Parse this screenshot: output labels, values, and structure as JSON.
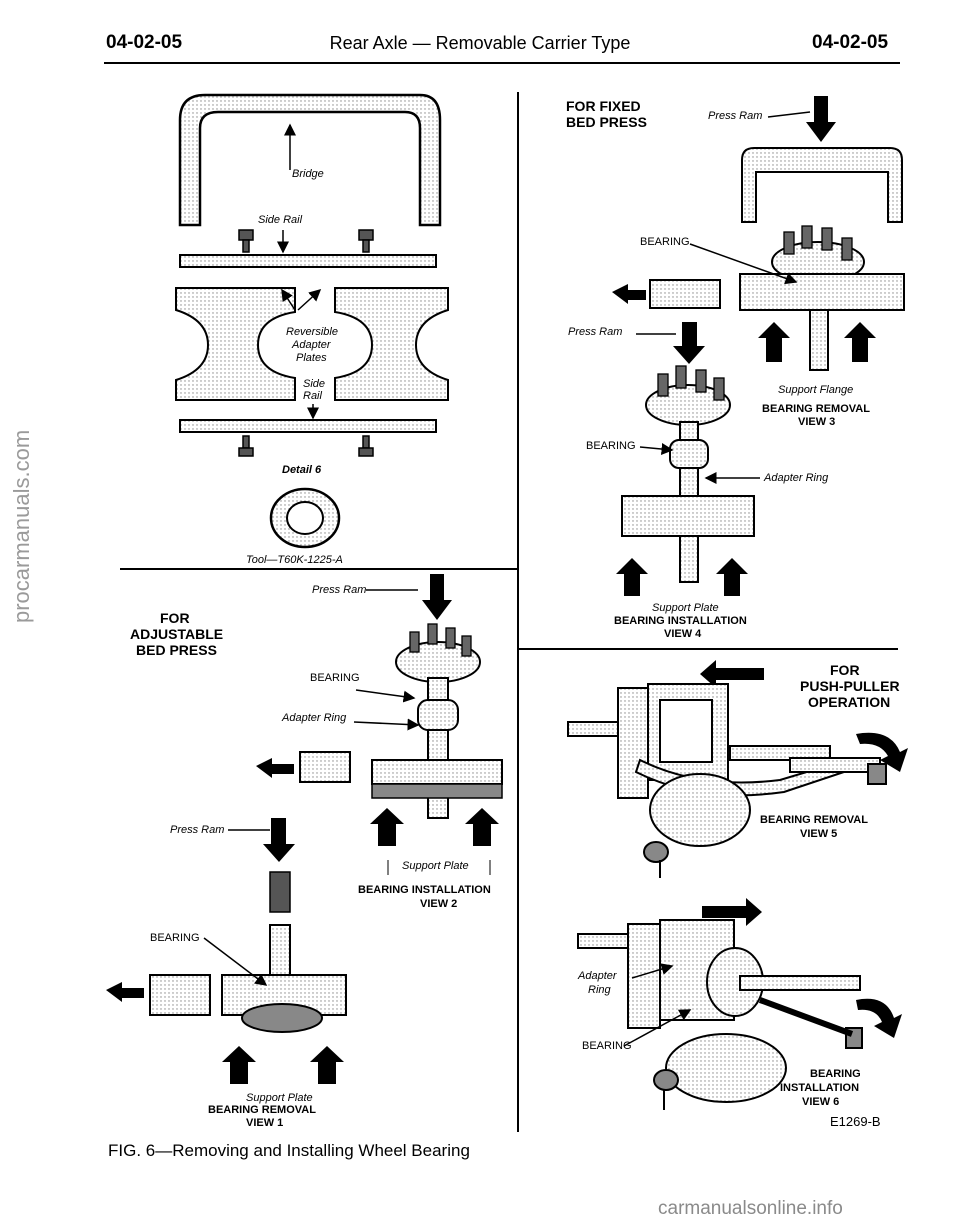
{
  "header": {
    "page_left": "04-02-05",
    "title": "Rear Axle — Removable Carrier Type",
    "page_right": "04-02-05"
  },
  "detail": {
    "bridge": "Bridge",
    "side_rail": "Side Rail",
    "reversible": "Reversible",
    "adapter": "Adapter",
    "plates": "Plates",
    "side": "Side",
    "rail": "Rail",
    "detail_label": "Detail 6",
    "tool": "Tool—T60K-1225-A"
  },
  "view1_2": {
    "for": "FOR",
    "adjustable": "ADJUSTABLE",
    "bed_press": "BED PRESS",
    "press_ram_top": "Press Ram",
    "bearing_top": "BEARING",
    "adapter_ring": "Adapter Ring",
    "support_plate_v2": "Support Plate",
    "v2_cap1": "BEARING INSTALLATION",
    "v2_cap2": "VIEW 2",
    "press_ram_low": "Press Ram",
    "bearing_low": "BEARING",
    "support_plate_v1": "Support Plate",
    "v1_cap1": "BEARING REMOVAL",
    "v1_cap2": "VIEW 1"
  },
  "view3_4": {
    "for_fixed": "FOR FIXED",
    "bed_press": "BED PRESS",
    "press_ram_top": "Press Ram",
    "bearing_v3": "BEARING",
    "press_ram_mid": "Press Ram",
    "support_flange": "Support Flange",
    "v3_cap1": "BEARING REMOVAL",
    "v3_cap2": "VIEW 3",
    "bearing_v4": "BEARING",
    "adapter_ring": "Adapter Ring",
    "support_plate": "Support Plate",
    "v4_cap1": "BEARING INSTALLATION",
    "v4_cap2": "VIEW 4"
  },
  "view5_6": {
    "for": "FOR",
    "push_puller": "PUSH-PULLER",
    "operation": "OPERATION",
    "v5_cap1": "BEARING REMOVAL",
    "v5_cap2": "VIEW 5",
    "adapter": "Adapter",
    "ring": "Ring",
    "bearing": "BEARING",
    "v6_cap1": "BEARING",
    "v6_cap2": "INSTALLATION",
    "v6_cap3": "VIEW 6",
    "code": "E1269-B"
  },
  "figure_caption": "FIG. 6—Removing and Installing Wheel Bearing",
  "watermarks": {
    "side": "procarmanuals.com",
    "footer": "carmanualsonline.info"
  }
}
